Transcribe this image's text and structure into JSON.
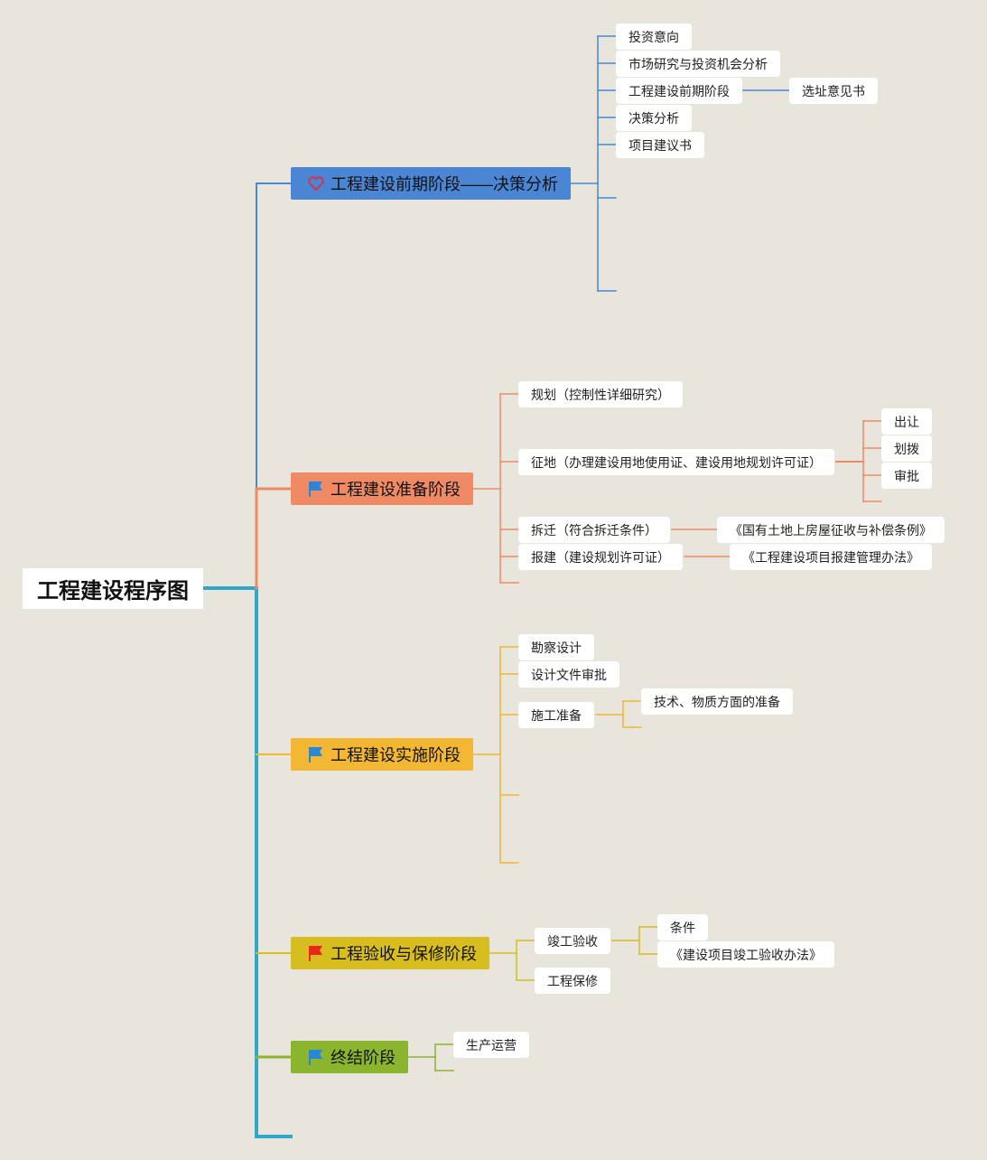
{
  "root": {
    "label": "工程建设程序图"
  },
  "colors": {
    "blue": "#4a86d4",
    "orange": "#ef8a64",
    "yellow": "#f3b733",
    "mustard": "#d8bd1e",
    "green": "#8bb52f",
    "trunk": "#2ea7c8",
    "flag_blue": "#2a86d6",
    "flag_red": "#e8261b",
    "heart": "#d6334f"
  },
  "branches": [
    {
      "label": "工程建设前期阶段——决策分析",
      "icon": "heart-icon",
      "children": [
        "投资意向",
        "市场研究与投资机会分析",
        "工程建设前期阶段",
        "决策分析",
        "项目建议书"
      ],
      "sub": {
        "工程建设前期阶段": [
          "选址意见书"
        ]
      }
    },
    {
      "label": "工程建设准备阶段",
      "icon": "flag-icon",
      "children": [
        "规划（控制性详细研究）",
        "征地（办理建设用地使用证、建设用地规划许可证）",
        "拆迁（符合拆迁条件）",
        "报建（建设规划许可证）"
      ],
      "sub": {
        "征地": [
          "出让",
          "划拨",
          "审批"
        ],
        "拆迁": [
          "《国有土地上房屋征收与补偿条例》"
        ],
        "报建": [
          "《工程建设项目报建管理办法》"
        ]
      }
    },
    {
      "label": "工程建设实施阶段",
      "icon": "flag-icon",
      "children": [
        "勘察设计",
        "设计文件审批",
        "施工准备"
      ],
      "sub": {
        "施工准备": [
          "技术、物质方面的准备"
        ]
      }
    },
    {
      "label": "工程验收与保修阶段",
      "icon": "flag-icon",
      "children": [
        "竣工验收",
        "工程保修"
      ],
      "sub": {
        "竣工验收": [
          "条件",
          "《建设项目竣工验收办法》"
        ]
      }
    },
    {
      "label": "终结阶段",
      "icon": "flag-icon",
      "children": [
        "生产运营"
      ]
    }
  ]
}
